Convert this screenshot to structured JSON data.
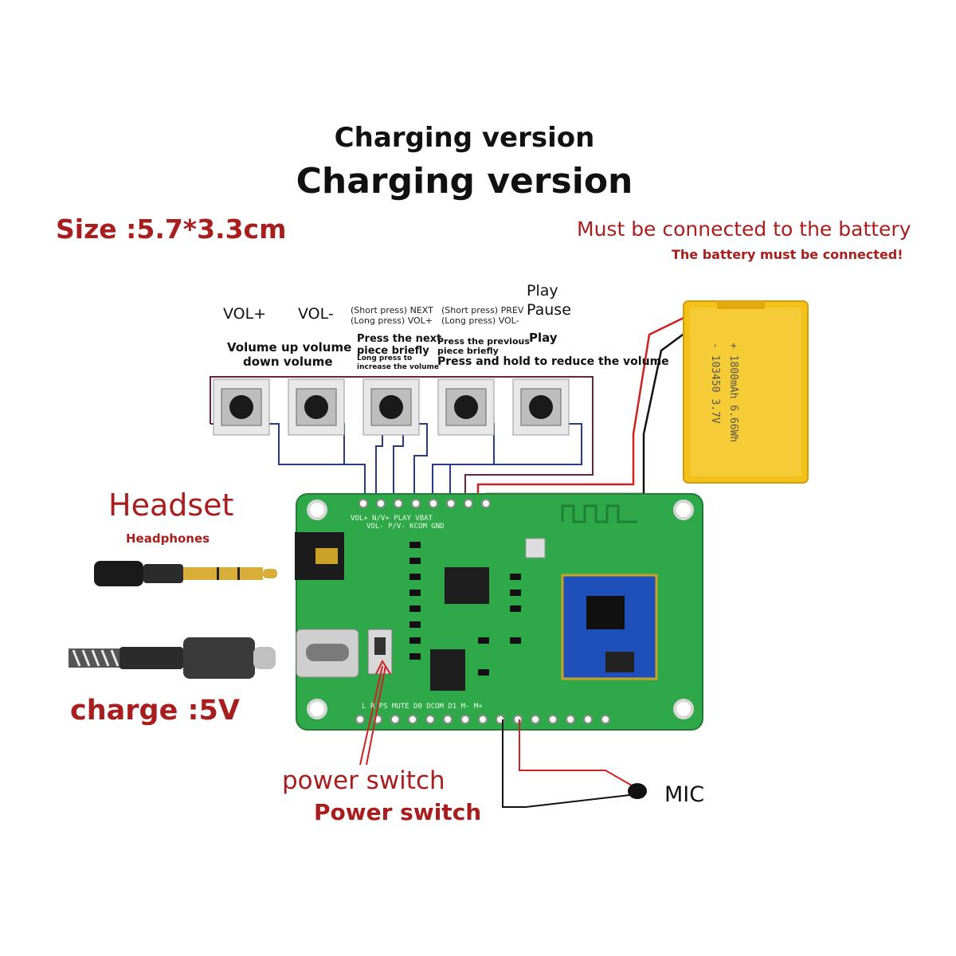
{
  "titles": {
    "line1": "Charging version",
    "line2": "Charging version"
  },
  "size_label": "Size :5.7*3.3cm",
  "battery": {
    "warning": "Must be connected to the battery",
    "warning2": "The battery must be connected!",
    "label_line1": "- 103450 3.7V",
    "label_line2": "+ 1800mAh 6.66Wh"
  },
  "buttons": {
    "vol_plus": "VOL+",
    "vol_minus": "VOL-",
    "next": {
      "short": "(Short press) NEXT",
      "long": "(Long press) VOL+"
    },
    "prev": {
      "short": "(Short press) PREV",
      "long": "(Long press) VOL-"
    },
    "play_line1": "Play",
    "play_line2": "Pause",
    "vol_desc_line1": "Volume up volume",
    "vol_desc_line2": "down volume",
    "next_desc_line1": "Press the next",
    "next_desc_line2": "piece briefly",
    "next_desc_line3": "Long press to",
    "next_desc_line4": "increase the volume",
    "prev_desc_line1": "Press the previous",
    "prev_desc_line2": "piece briefly",
    "play_desc": "Play",
    "hold_desc": "Press and hold to reduce the volume"
  },
  "headset": {
    "title": "Headset",
    "subtitle": "Headphones"
  },
  "charge_label": "charge :5V",
  "power_switch": {
    "line1": "power switch",
    "line2": "Power switch"
  },
  "mic_label": "MIC",
  "board": {
    "top_pins_row1": "VOL+  N/V+  PLAY  VBAT",
    "top_pins_row2": "VOL-  P/V-  KCOM  GND",
    "bottom_pins": "L  R  PS MUTE D0 DCOM D1  M-  M+"
  },
  "colors": {
    "accent_red": "#a81d1d",
    "pcb_green": "#2fa84a",
    "wire_blue": "#2a3a8a",
    "wire_purple": "#6b2440",
    "wire_red": "#cc2222",
    "battery_yellow": "#f2c21a"
  }
}
